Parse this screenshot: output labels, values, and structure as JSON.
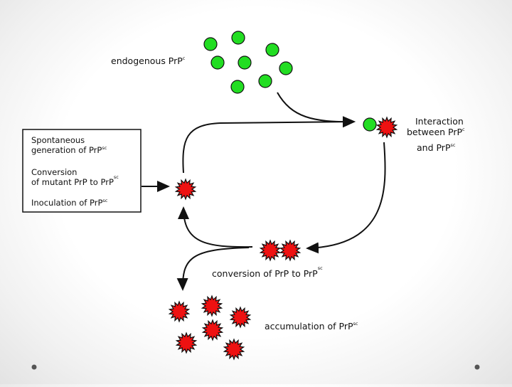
{
  "colors": {
    "prpc_fill": "#22dd22",
    "prpsc_fill": "#ee1111",
    "stroke": "#111111"
  },
  "labels": {
    "endogenous": {
      "text": "endogenous PrP",
      "sup": "c"
    },
    "interaction_1": {
      "text": "Interaction"
    },
    "interaction_2": {
      "text": "between PrP",
      "sup": "c"
    },
    "interaction_3": {
      "text": "and PrP",
      "sup": "sc"
    },
    "conversion": {
      "text": "conversion of PrP to PrP",
      "sup": "sc"
    },
    "accumulation": {
      "text": "accumulation of PrP",
      "sup": "sc"
    }
  },
  "source_box": {
    "line1": {
      "text": "Spontaneous"
    },
    "line2": {
      "text": "generation of PrP",
      "sup": "sc"
    },
    "line3": {
      "text": "Conversion"
    },
    "line4": {
      "text": "of mutant PrP to PrP",
      "sup": "sc"
    },
    "line5": {
      "text": "Inoculation of PrP",
      "sup": "sc"
    }
  }
}
